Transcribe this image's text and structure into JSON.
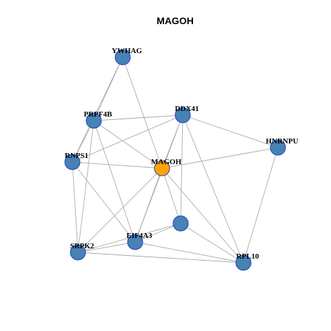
{
  "title": "MAGOH",
  "colors": {
    "node_default": "#4682b4",
    "node_focus": "#ffa500",
    "node_border": "#1f3fbf",
    "edge": "#a9a9a9"
  },
  "graph": {
    "nodes": [
      {
        "id": "YWHAG",
        "label": "YWHAG",
        "focus": false
      },
      {
        "id": "PRPF4B",
        "label": "PRPF4B",
        "focus": false
      },
      {
        "id": "DDX41",
        "label": "DDX41",
        "focus": false
      },
      {
        "id": "HNRNPU",
        "label": "HNRNPU",
        "focus": false
      },
      {
        "id": "RNPS1",
        "label": "RNPS1",
        "focus": false
      },
      {
        "id": "MAGOH",
        "label": "MAGOH",
        "focus": true
      },
      {
        "id": "N7",
        "label": "",
        "focus": false
      },
      {
        "id": "EIF4A3",
        "label": "EIF4A3",
        "focus": false
      },
      {
        "id": "SRPK2",
        "label": "SRPK2",
        "focus": false
      },
      {
        "id": "RPL10",
        "label": "RPL10",
        "focus": false
      }
    ],
    "edges": [
      [
        "YWHAG",
        "PRPF4B"
      ],
      [
        "YWHAG",
        "RNPS1"
      ],
      [
        "YWHAG",
        "MAGOH"
      ],
      [
        "PRPF4B",
        "DDX41"
      ],
      [
        "PRPF4B",
        "RNPS1"
      ],
      [
        "PRPF4B",
        "MAGOH"
      ],
      [
        "PRPF4B",
        "SRPK2"
      ],
      [
        "PRPF4B",
        "EIF4A3"
      ],
      [
        "DDX41",
        "HNRNPU"
      ],
      [
        "DDX41",
        "RNPS1"
      ],
      [
        "DDX41",
        "MAGOH"
      ],
      [
        "DDX41",
        "N7"
      ],
      [
        "DDX41",
        "EIF4A3"
      ],
      [
        "DDX41",
        "RPL10"
      ],
      [
        "HNRNPU",
        "MAGOH"
      ],
      [
        "HNRNPU",
        "RPL10"
      ],
      [
        "RNPS1",
        "MAGOH"
      ],
      [
        "RNPS1",
        "SRPK2"
      ],
      [
        "RNPS1",
        "EIF4A3"
      ],
      [
        "MAGOH",
        "N7"
      ],
      [
        "MAGOH",
        "EIF4A3"
      ],
      [
        "MAGOH",
        "SRPK2"
      ],
      [
        "MAGOH",
        "RPL10"
      ],
      [
        "N7",
        "EIF4A3"
      ],
      [
        "N7",
        "SRPK2"
      ],
      [
        "N7",
        "RPL10"
      ],
      [
        "EIF4A3",
        "SRPK2"
      ],
      [
        "EIF4A3",
        "RPL10"
      ],
      [
        "SRPK2",
        "RPL10"
      ]
    ]
  }
}
